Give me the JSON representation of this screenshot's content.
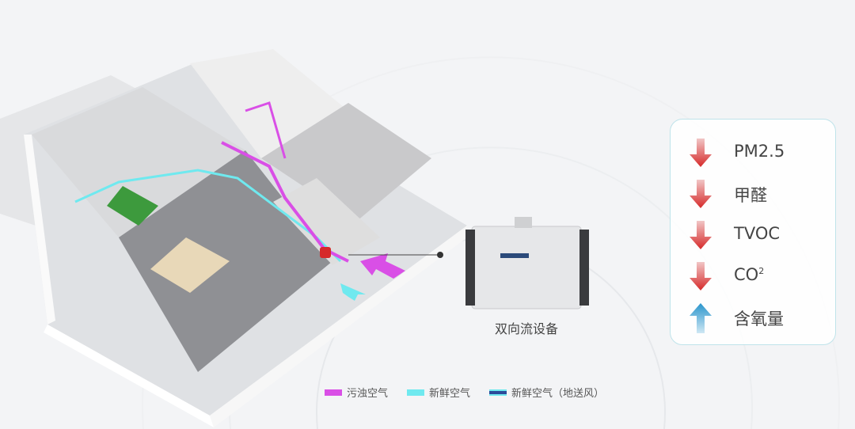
{
  "device": {
    "label": "双向流设备"
  },
  "benefits": [
    {
      "label": "PM2.5",
      "direction": "down"
    },
    {
      "label": "甲醛",
      "direction": "down"
    },
    {
      "label": "TVOC",
      "direction": "down"
    },
    {
      "label": "CO",
      "sub": "2",
      "direction": "down"
    },
    {
      "label": "含氧量",
      "direction": "up"
    }
  ],
  "legend": [
    {
      "label": "污浊空气",
      "color": "#d94fe6"
    },
    {
      "label": "新鲜空气",
      "color": "#6fe9ef"
    },
    {
      "label": "新鲜空气（地送风）",
      "color": "#2b4a9a"
    }
  ],
  "colors": {
    "down": "#d62a2a",
    "up": "#2a95cc"
  }
}
